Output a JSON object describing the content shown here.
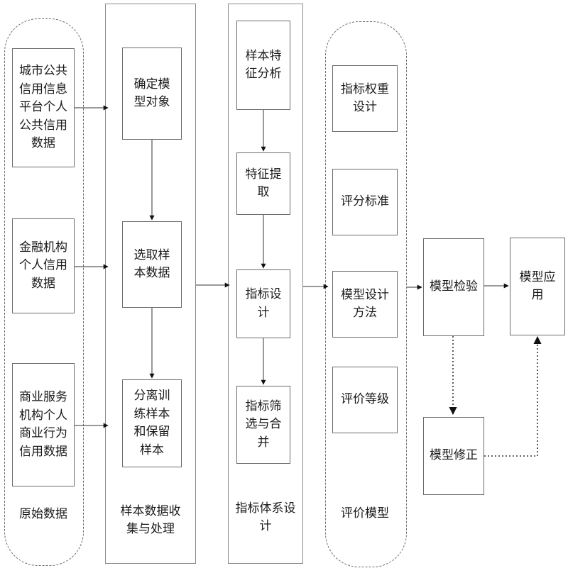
{
  "raw_data": {
    "caption": "原始数据",
    "items": [
      "城市公共信用信息平台个人公共信用数据",
      "金融机构个人信用数据",
      "商业服务机构个人商业行为信用数据"
    ]
  },
  "sample": {
    "caption": "样本数据收集与处理",
    "steps": [
      "确定模型对象",
      "选取样本数据",
      "分离训练样本和保留样本"
    ]
  },
  "index": {
    "caption": "指标体系设计",
    "steps": [
      "样本特征分析",
      "特征提取",
      "指标设计",
      "指标筛选与合并"
    ]
  },
  "eval": {
    "caption": "评价模型",
    "items": [
      "指标权重设计",
      "评分标准",
      "模型设计方法",
      "评价等级"
    ]
  },
  "model": {
    "check": "模型检验",
    "apply": "模型应用",
    "fix": "模型修正"
  }
}
